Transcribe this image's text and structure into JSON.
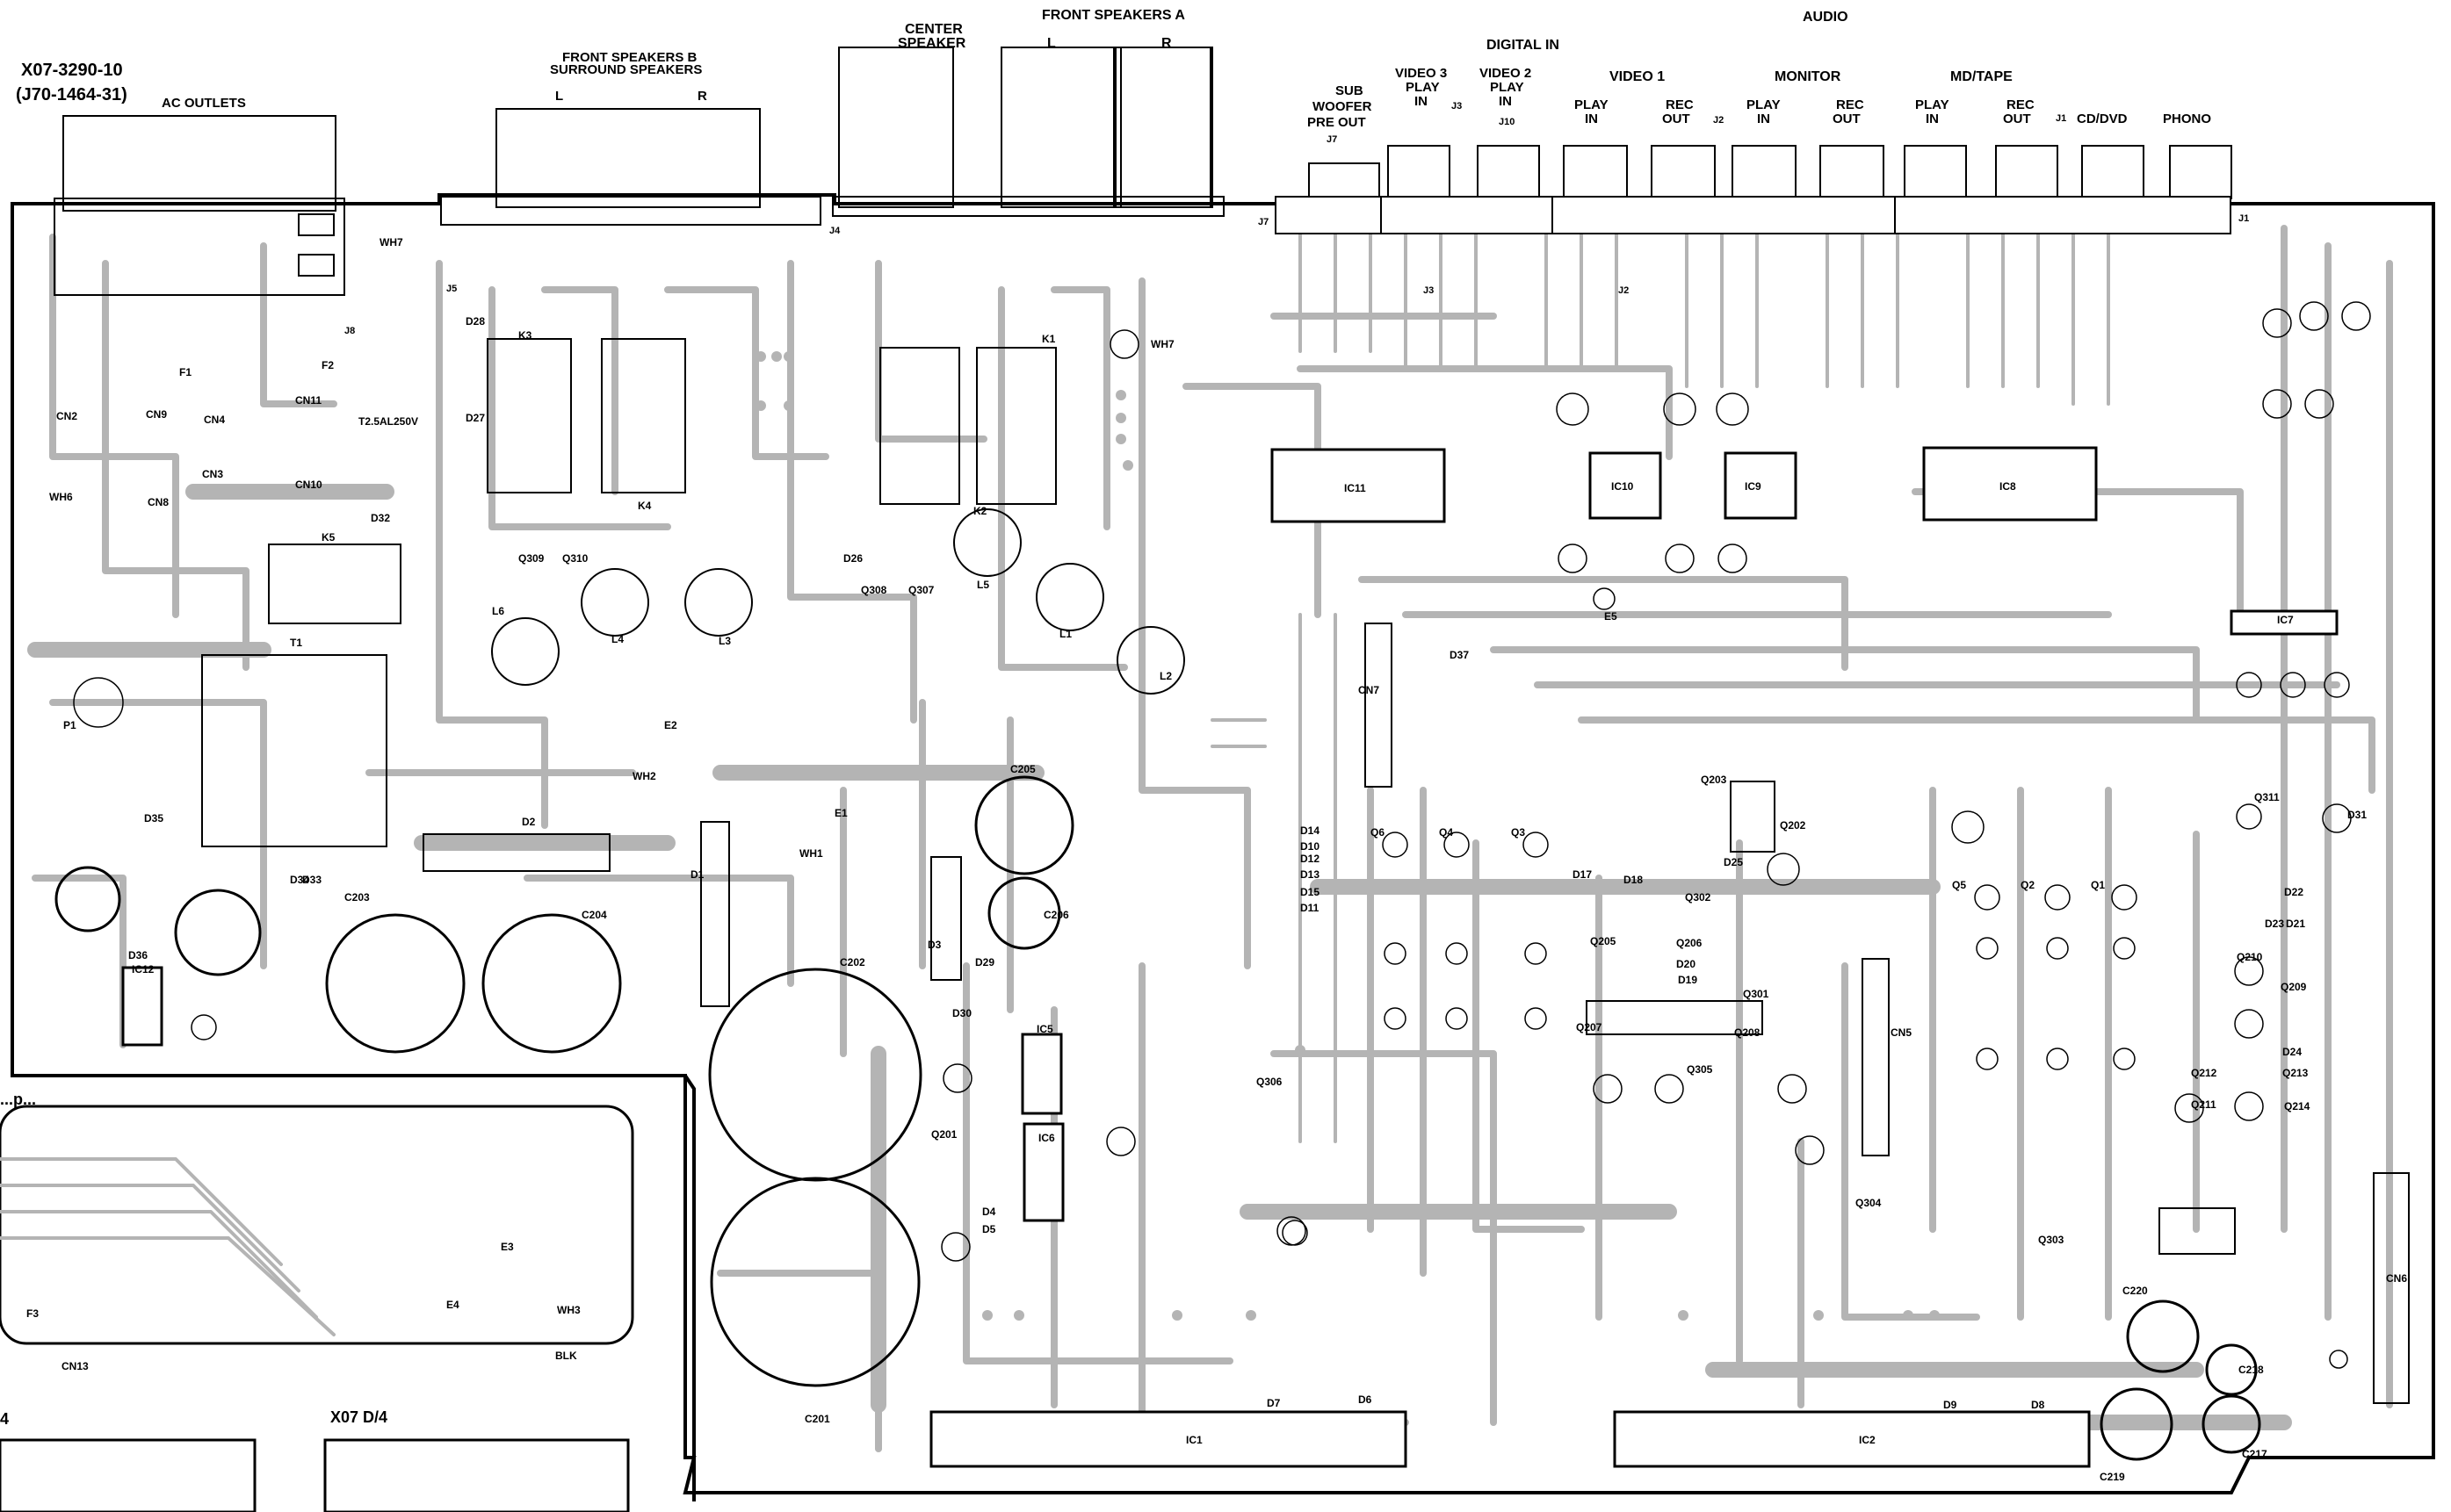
{
  "title_fragment": "...p...",
  "board": {
    "part_no": "X07-3290-10",
    "part_no_alt": "(J70-1464-31)",
    "sub_board_1": "X07 D/4",
    "sub_board_2": "4"
  },
  "connectors": {
    "ac_outlets": "AC OUTLETS",
    "front_b_line1": "FRONT SPEAKERS B",
    "front_b_line2": "SURROUND SPEAKERS",
    "front_b_L": "L",
    "front_b_R": "R",
    "center_line1": "CENTER",
    "center_line2": "SPEAKER",
    "front_a": "FRONT SPEAKERS A",
    "front_a_L": "L",
    "front_a_R": "R",
    "audio": "AUDIO",
    "digital_in": "DIGITAL IN",
    "sub_line1": "SUB",
    "sub_line2": "WOOFER",
    "sub_line3": "PRE OUT",
    "video3_line1": "VIDEO 3",
    "video3_line2": "PLAY",
    "video3_line3": "IN",
    "video2_line1": "VIDEO 2",
    "video2_line2": "PLAY",
    "video2_line3": "IN",
    "video1": "VIDEO 1",
    "monitor": "MONITOR",
    "mdtape": "MD/TAPE",
    "play": "PLAY",
    "in": "IN",
    "rec": "REC",
    "out": "OUT",
    "cddvd": "CD/DVD",
    "phono": "PHONO",
    "j1": "J1",
    "j2": "J2",
    "j3": "J3",
    "j4": "J4",
    "j5": "J5",
    "j7": "J7",
    "j8": "J8",
    "j10": "J10"
  },
  "components": [
    {
      "id": "ic11",
      "text": "IC11"
    },
    {
      "id": "ic10",
      "text": "IC10"
    },
    {
      "id": "ic9",
      "text": "IC9"
    },
    {
      "id": "ic8",
      "text": "IC8"
    },
    {
      "id": "ic7",
      "text": "IC7"
    },
    {
      "id": "ic5",
      "text": "IC5"
    },
    {
      "id": "ic6",
      "text": "IC6"
    },
    {
      "id": "ic12",
      "text": "IC12"
    },
    {
      "id": "ic1",
      "text": "IC1"
    },
    {
      "id": "ic2",
      "text": "IC2"
    },
    {
      "id": "cn7",
      "text": "CN7"
    },
    {
      "id": "cn5",
      "text": "CN5"
    },
    {
      "id": "cn6",
      "text": "CN6"
    },
    {
      "id": "cn13",
      "text": "CN13"
    },
    {
      "id": "k1",
      "text": "K1"
    },
    {
      "id": "k2",
      "text": "K2"
    },
    {
      "id": "k3",
      "text": "K3"
    },
    {
      "id": "k4",
      "text": "K4"
    },
    {
      "id": "k5",
      "text": "K5"
    },
    {
      "id": "t1",
      "text": "T1"
    },
    {
      "id": "p1",
      "text": "P1"
    },
    {
      "id": "d1",
      "text": "D1"
    },
    {
      "id": "d2",
      "text": "D2"
    },
    {
      "id": "d3",
      "text": "D3"
    },
    {
      "id": "e1",
      "text": "E1"
    },
    {
      "id": "e2",
      "text": "E2"
    },
    {
      "id": "e3",
      "text": "E3"
    },
    {
      "id": "e4",
      "text": "E4"
    },
    {
      "id": "e5",
      "text": "E5"
    },
    {
      "id": "wh1",
      "text": "WH1"
    },
    {
      "id": "wh2",
      "text": "WH2"
    },
    {
      "id": "wh3",
      "text": "WH3"
    },
    {
      "id": "wh6",
      "text": "WH6"
    },
    {
      "id": "wh7a",
      "text": "WH7"
    },
    {
      "id": "wh7b",
      "text": "WH7"
    },
    {
      "id": "blk",
      "text": "BLK"
    },
    {
      "id": "c201",
      "text": "C201"
    },
    {
      "id": "c202",
      "text": "C202"
    },
    {
      "id": "c203",
      "text": "C203"
    },
    {
      "id": "c204",
      "text": "C204"
    },
    {
      "id": "c205",
      "text": "C205"
    },
    {
      "id": "c206",
      "text": "C206"
    },
    {
      "id": "c219",
      "text": "C219"
    },
    {
      "id": "c220",
      "text": "C220"
    },
    {
      "id": "c217",
      "text": "C217"
    },
    {
      "id": "c218",
      "text": "C218"
    },
    {
      "id": "l1",
      "text": "L1"
    },
    {
      "id": "l2",
      "text": "L2"
    },
    {
      "id": "l3",
      "text": "L3"
    },
    {
      "id": "l4",
      "text": "L4"
    },
    {
      "id": "l5",
      "text": "L5"
    },
    {
      "id": "l6",
      "text": "L6"
    },
    {
      "id": "q1",
      "text": "Q1"
    },
    {
      "id": "q2",
      "text": "Q2"
    },
    {
      "id": "q3",
      "text": "Q3"
    },
    {
      "id": "q4",
      "text": "Q4"
    },
    {
      "id": "q5",
      "text": "Q5"
    },
    {
      "id": "q6",
      "text": "Q6"
    },
    {
      "id": "q201",
      "text": "Q201"
    },
    {
      "id": "q202",
      "text": "Q202"
    },
    {
      "id": "q203",
      "text": "Q203"
    },
    {
      "id": "q205",
      "text": "Q205"
    },
    {
      "id": "q206",
      "text": "Q206"
    },
    {
      "id": "q207",
      "text": "Q207"
    },
    {
      "id": "q208",
      "text": "Q208"
    },
    {
      "id": "q209",
      "text": "Q209"
    },
    {
      "id": "q210",
      "text": "Q210"
    },
    {
      "id": "q211",
      "text": "Q211"
    },
    {
      "id": "q212",
      "text": "Q212"
    },
    {
      "id": "q213",
      "text": "Q213"
    },
    {
      "id": "q214",
      "text": "Q214"
    },
    {
      "id": "q301",
      "text": "Q301"
    },
    {
      "id": "q302",
      "text": "Q302"
    },
    {
      "id": "q303",
      "text": "Q303"
    },
    {
      "id": "q304",
      "text": "Q304"
    },
    {
      "id": "q305",
      "text": "Q305"
    },
    {
      "id": "q306",
      "text": "Q306"
    },
    {
      "id": "q307",
      "text": "Q307"
    },
    {
      "id": "q308",
      "text": "Q308"
    },
    {
      "id": "q309",
      "text": "Q309"
    },
    {
      "id": "q310",
      "text": "Q310"
    },
    {
      "id": "q311",
      "text": "Q311"
    },
    {
      "id": "d4",
      "text": "D4"
    },
    {
      "id": "d5",
      "text": "D5"
    },
    {
      "id": "d6",
      "text": "D6"
    },
    {
      "id": "d7",
      "text": "D7"
    },
    {
      "id": "d8",
      "text": "D8"
    },
    {
      "id": "d9",
      "text": "D9"
    },
    {
      "id": "d10",
      "text": "D10"
    },
    {
      "id": "d11",
      "text": "D11"
    },
    {
      "id": "d12",
      "text": "D12"
    },
    {
      "id": "d13",
      "text": "D13"
    },
    {
      "id": "d14",
      "text": "D14"
    },
    {
      "id": "d15",
      "text": "D15"
    },
    {
      "id": "d17",
      "text": "D17"
    },
    {
      "id": "d18",
      "text": "D18"
    },
    {
      "id": "d19",
      "text": "D19"
    },
    {
      "id": "d20",
      "text": "D20"
    },
    {
      "id": "d21",
      "text": "D21"
    },
    {
      "id": "d22",
      "text": "D22"
    },
    {
      "id": "d23",
      "text": "D23"
    },
    {
      "id": "d24",
      "text": "D24"
    },
    {
      "id": "d25",
      "text": "D25"
    },
    {
      "id": "d26",
      "text": "D26"
    },
    {
      "id": "d27",
      "text": "D27"
    },
    {
      "id": "d28",
      "text": "D28"
    },
    {
      "id": "d29",
      "text": "D29"
    },
    {
      "id": "d30",
      "text": "D30"
    },
    {
      "id": "d31",
      "text": "D31"
    },
    {
      "id": "d32",
      "text": "D32"
    },
    {
      "id": "d33",
      "text": "D33"
    },
    {
      "id": "d34",
      "text": "D34"
    },
    {
      "id": "d35",
      "text": "D35"
    },
    {
      "id": "d36",
      "text": "D36"
    },
    {
      "id": "d37",
      "text": "D37"
    },
    {
      "id": "f1",
      "text": "F1"
    },
    {
      "id": "f2",
      "text": "F2"
    },
    {
      "id": "f3",
      "text": "F3"
    },
    {
      "id": "fuse",
      "text": "T2.5AL250V"
    },
    {
      "id": "cn2",
      "text": "CN2"
    },
    {
      "id": "cn3",
      "text": "CN3"
    },
    {
      "id": "cn4",
      "text": "CN4"
    },
    {
      "id": "cn8",
      "text": "CN8"
    },
    {
      "id": "cn9",
      "text": "CN9"
    },
    {
      "id": "cn10",
      "text": "CN10"
    },
    {
      "id": "cn11",
      "text": "CN11"
    }
  ]
}
